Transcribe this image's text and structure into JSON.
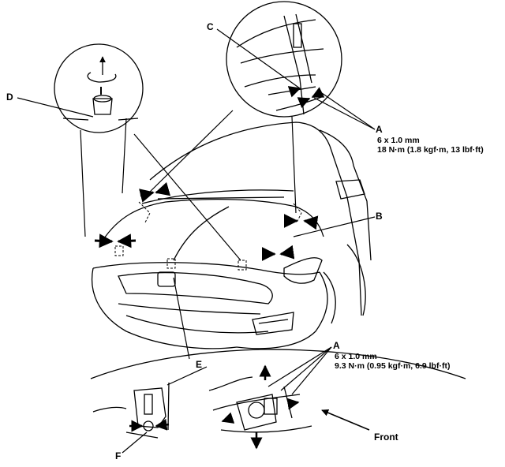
{
  "callouts": {
    "a_top": "A",
    "a_bottom": "A",
    "b": "B",
    "c": "C",
    "d": "D",
    "e": "E",
    "f": "F"
  },
  "spec_top": {
    "size": "6 x 1.0 mm",
    "torque": "18 N·m (1.8 kgf·m, 13 lbf·ft)"
  },
  "spec_bottom": {
    "size": "6 x 1.0 mm",
    "torque": "9.3 N·m (0.95 kgf·m, 6.9 lbf·ft)"
  },
  "front_label": "Front"
}
